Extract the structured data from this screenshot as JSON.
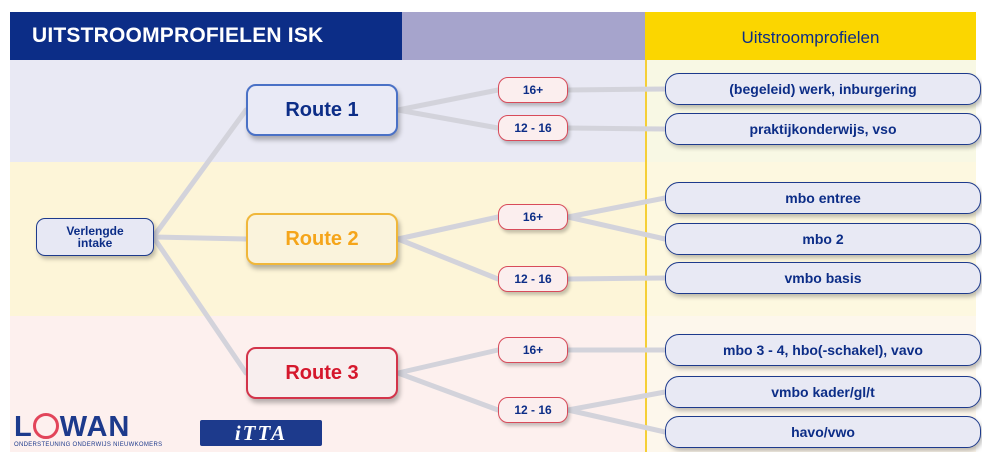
{
  "header": {
    "title": "UITSTROOMPROFIELEN ISK",
    "right_title": "Uitstroomprofielen"
  },
  "start": {
    "line1": "Verlengde",
    "line2": "intake"
  },
  "routes": [
    {
      "label": "Route 1",
      "ages": [
        {
          "label": "16+",
          "outcomes": [
            "(begeleid) werk, inburgering"
          ]
        },
        {
          "label": "12 - 16",
          "outcomes": [
            "praktijkonderwijs, vso"
          ]
        }
      ]
    },
    {
      "label": "Route 2",
      "ages": [
        {
          "label": "16+",
          "outcomes": [
            "mbo entree",
            "mbo 2"
          ]
        },
        {
          "label": "12 - 16",
          "outcomes": [
            "vmbo basis"
          ]
        }
      ]
    },
    {
      "label": "Route 3",
      "ages": [
        {
          "label": "16+",
          "outcomes": [
            "mbo 3 - 4, hbo(-schakel), vavo"
          ]
        },
        {
          "label": "12 - 16",
          "outcomes": [
            "vmbo kader/gl/t",
            "havo/vwo"
          ]
        }
      ]
    }
  ],
  "logos": {
    "lowan_left": "L",
    "lowan_right": "WAN",
    "lowan_sub": "ONDERSTEUNING ONDERWIJS NIEUWKOMERS",
    "itta": "iTTA"
  },
  "colors": {
    "navy": "#0c2d87",
    "header_mid": "#a6a4cc",
    "header_right": "#fbd600",
    "route1": "#4a71c6",
    "route2": "#f5a51a",
    "route3": "#d5172c"
  }
}
